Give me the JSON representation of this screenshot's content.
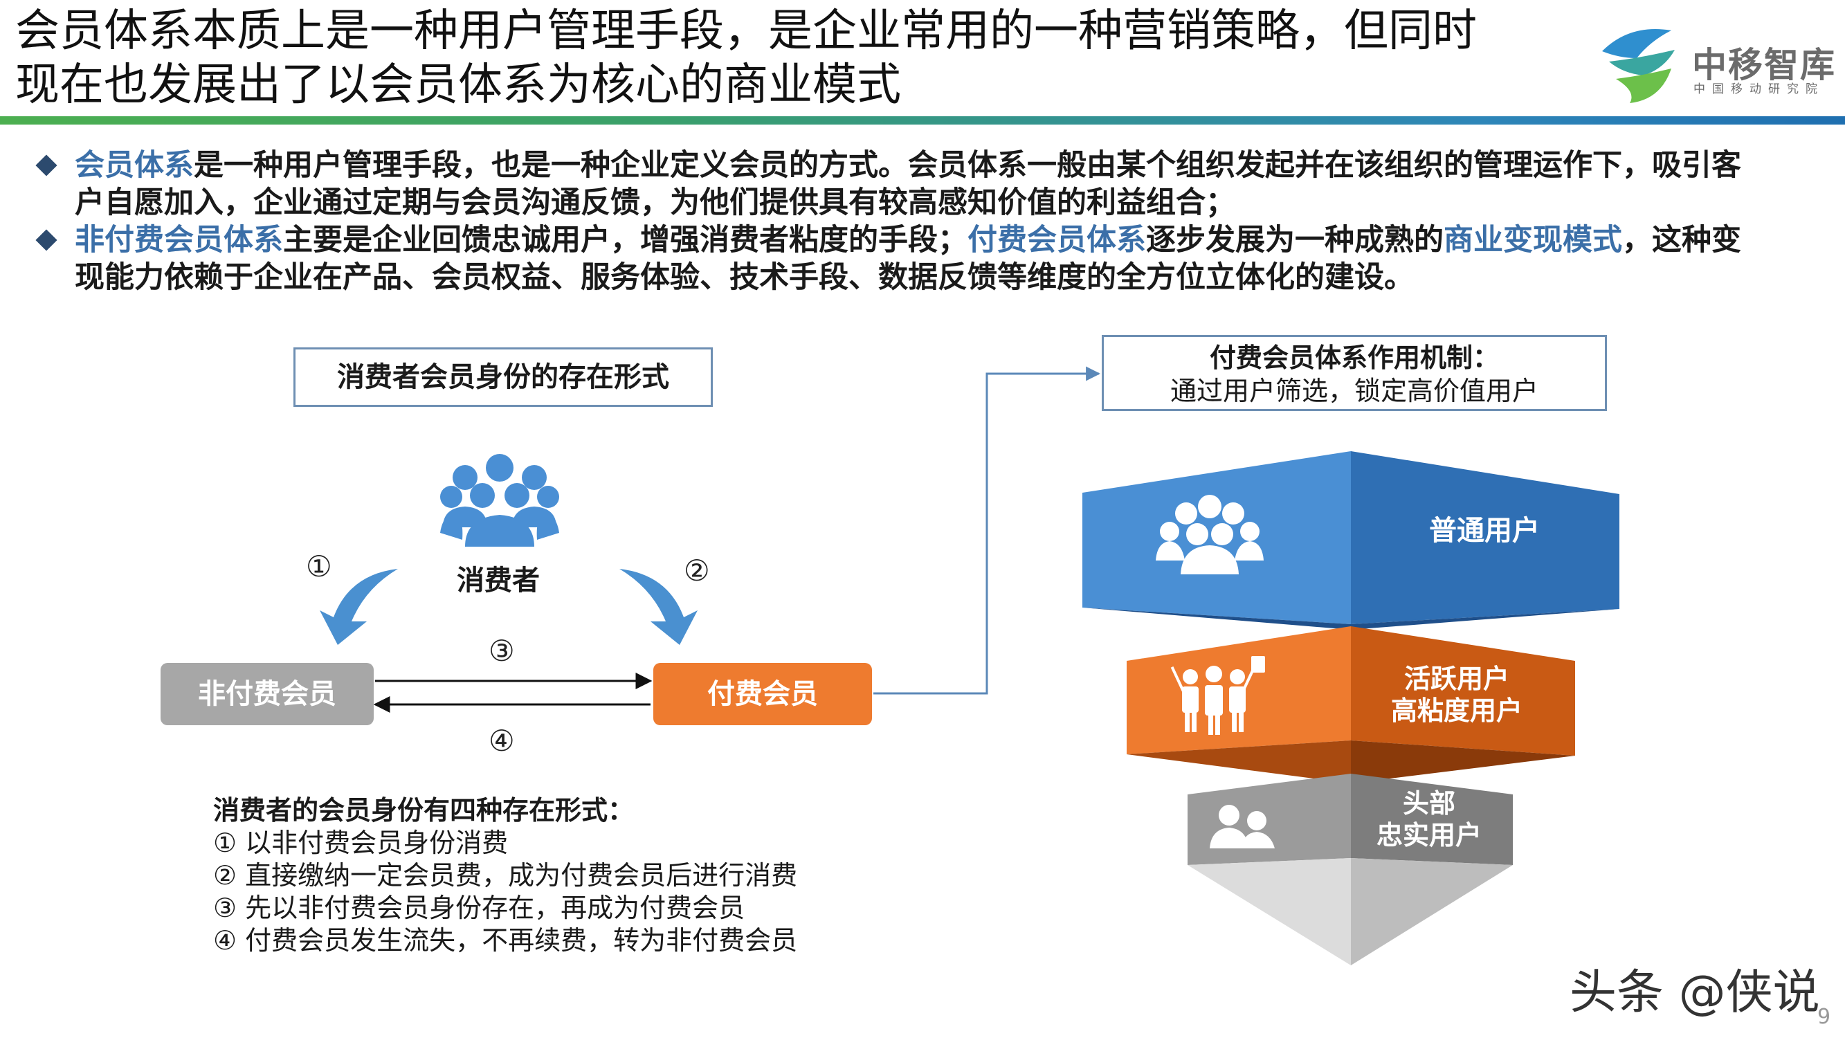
{
  "slide": {
    "title_line1": "会员体系本质上是一种用户管理手段，是企业常用的一种营销策略，但同时",
    "title_line2": "现在也发展出了以会员体系为核心的商业模式",
    "page_number": "9",
    "watermark": "头条 @侠说"
  },
  "logo": {
    "name": "中移智库",
    "subtitle": "中国移动研究院",
    "colors": {
      "blue": "#2f8fcf",
      "green": "#6cc04a",
      "teal": "#3aa6a0"
    }
  },
  "bullets": [
    {
      "segments": [
        {
          "text": "会员体系",
          "highlight": true
        },
        {
          "text": "是一种用户管理手段，也是一种企业定义会员的方式。会员体系一般由某个组织发起并在该组织的管理运作下，吸引客户自愿加入，企业通过定期与会员沟通反馈，为他们提供具有较高感知价值的利益组合；",
          "highlight": false
        }
      ]
    },
    {
      "segments": [
        {
          "text": "非付费会员体系",
          "highlight": true
        },
        {
          "text": "主要是企业回馈忠诚用户，增强消费者粘度的手段；",
          "highlight": false
        },
        {
          "text": "付费会员体系",
          "highlight": true
        },
        {
          "text": "逐步发展为一种成熟的",
          "highlight": false
        },
        {
          "text": "商业变现模式",
          "highlight": true
        },
        {
          "text": "，这种变现能力依赖于企业在产品、会员权益、服务体验、技术手段、数据反馈等维度的全方位立体化的建设。",
          "highlight": false
        }
      ]
    }
  ],
  "left_diagram": {
    "box_title": "消费者会员身份的存在形式",
    "consumer_label": "消费者",
    "consumer_icon": "group-people-icon",
    "non_paid_label": "非付费会员",
    "paid_label": "付费会员",
    "markers": [
      "①",
      "②",
      "③",
      "④"
    ],
    "forms_title": "消费者的会员身份有四种存在形式：",
    "forms": [
      "① 以非付费会员身份消费",
      "② 直接缴纳一定会员费，成为付费会员后进行消费",
      "③ 先以非付费会员身份存在，再成为付费会员",
      "④ 付费会员发生流失，不再续费，转为非付费会员"
    ],
    "colors": {
      "non_paid": "#a7a7a7",
      "paid": "#ee7b2f",
      "arrow": "#4a90d0"
    }
  },
  "right_diagram": {
    "mechanism_title": "付费会员体系作用机制：",
    "mechanism_text": "通过用户筛选，锁定高价值用户",
    "tiers": [
      {
        "lines": [
          "普通用户"
        ],
        "icon": "crowd-icon",
        "color": "#4a8fd4"
      },
      {
        "lines": [
          "活跃用户",
          "高粘度用户"
        ],
        "icon": "active-people-icon",
        "color": "#ee7b2f"
      },
      {
        "lines": [
          "头部",
          "忠实用户"
        ],
        "icon": "two-people-icon",
        "color": "#9b9b9b"
      }
    ]
  }
}
